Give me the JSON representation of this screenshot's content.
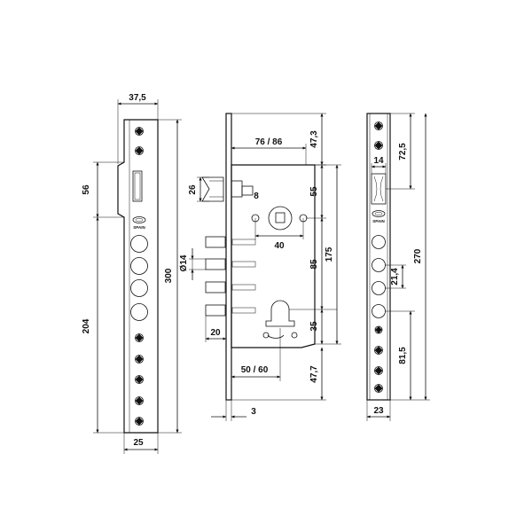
{
  "front_view": {
    "dims": {
      "top_width": "37,5",
      "upper_height": "56",
      "total_height": "300",
      "lower_height": "204",
      "bottom_width": "25"
    },
    "brand_label": "SPAIN"
  },
  "side_view": {
    "dims": {
      "backset": "76 / 86",
      "top_offset": "47,3",
      "latch_height": "26",
      "latch_size": "8",
      "latch_to_spindle": "55",
      "spindle_center": "40",
      "bolt_diameter": "Ø14",
      "spindle_to_cylinder": "85",
      "overall": "175",
      "bolt_throw": "20",
      "cylinder_low": "35",
      "cylinder_backset": "50 / 60",
      "bottom_offset": "47,7",
      "faceplate_thickness": "3"
    }
  },
  "face_view": {
    "dims": {
      "latch_width": "14",
      "top_offset": "72,5",
      "bolt_pitch": "21,4",
      "total_height": "270",
      "bottom_offset": "81,5",
      "width": "23"
    },
    "brand_label": "SPAIN"
  }
}
